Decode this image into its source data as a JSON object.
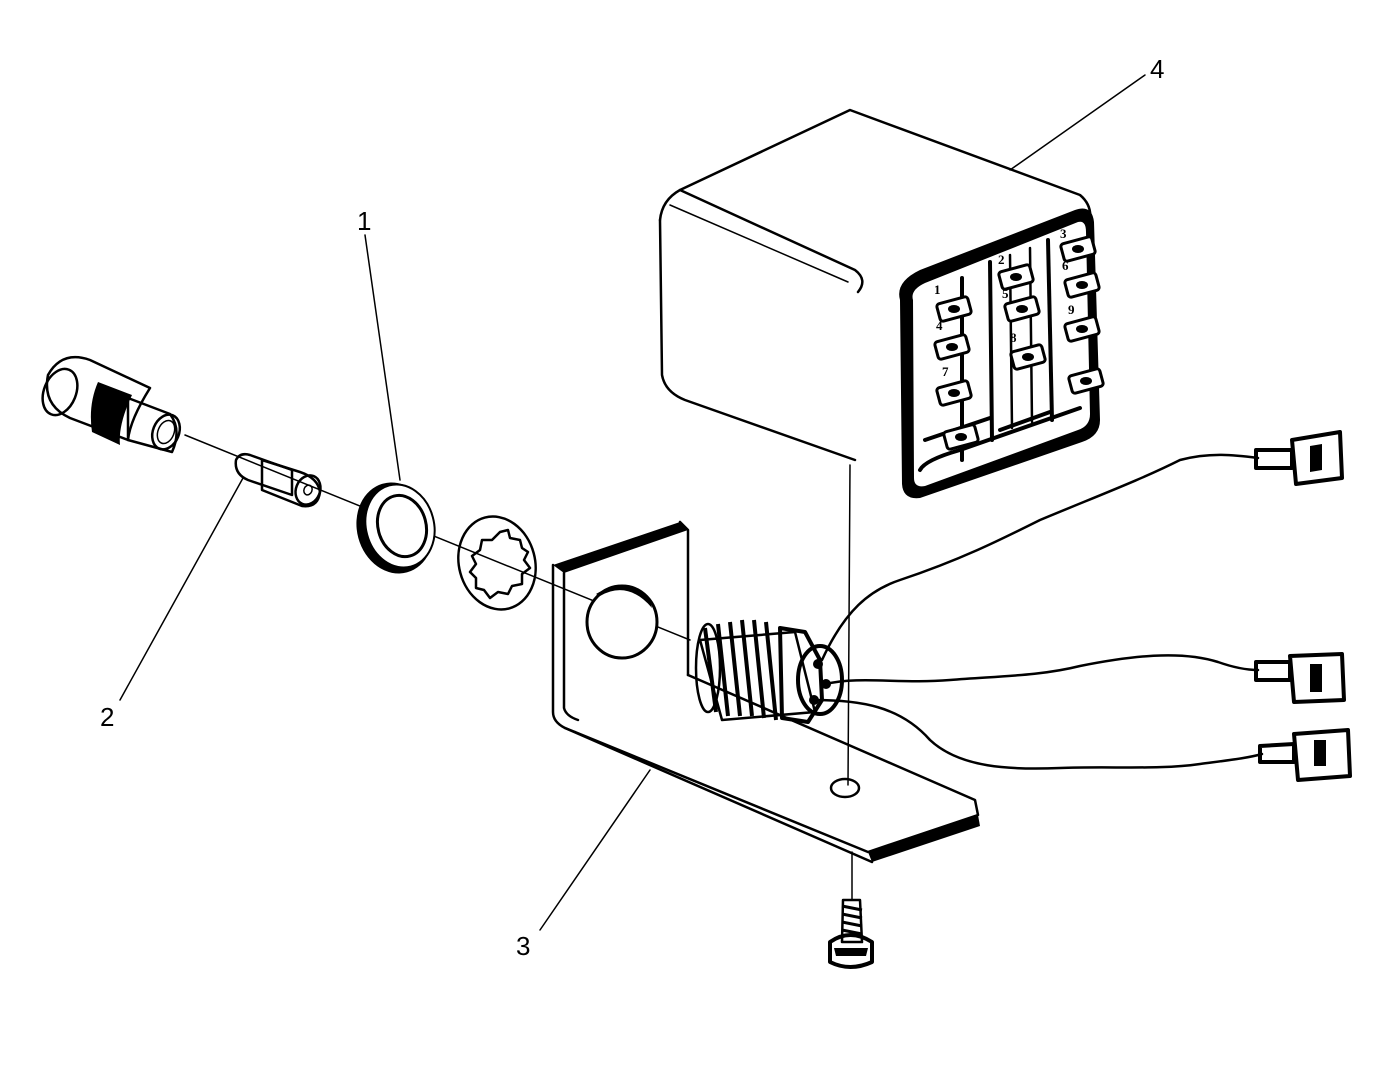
{
  "callouts": {
    "c1": "1",
    "c2": "2",
    "c3": "3",
    "c4": "4"
  },
  "relay_pins": {
    "p1": "1",
    "p2": "2",
    "p3": "3",
    "p4": "4",
    "p5": "5",
    "p6": "6",
    "p7": "7",
    "p8": "8",
    "p9": "9"
  },
  "colors": {
    "line": "#000000",
    "background": "#ffffff"
  }
}
